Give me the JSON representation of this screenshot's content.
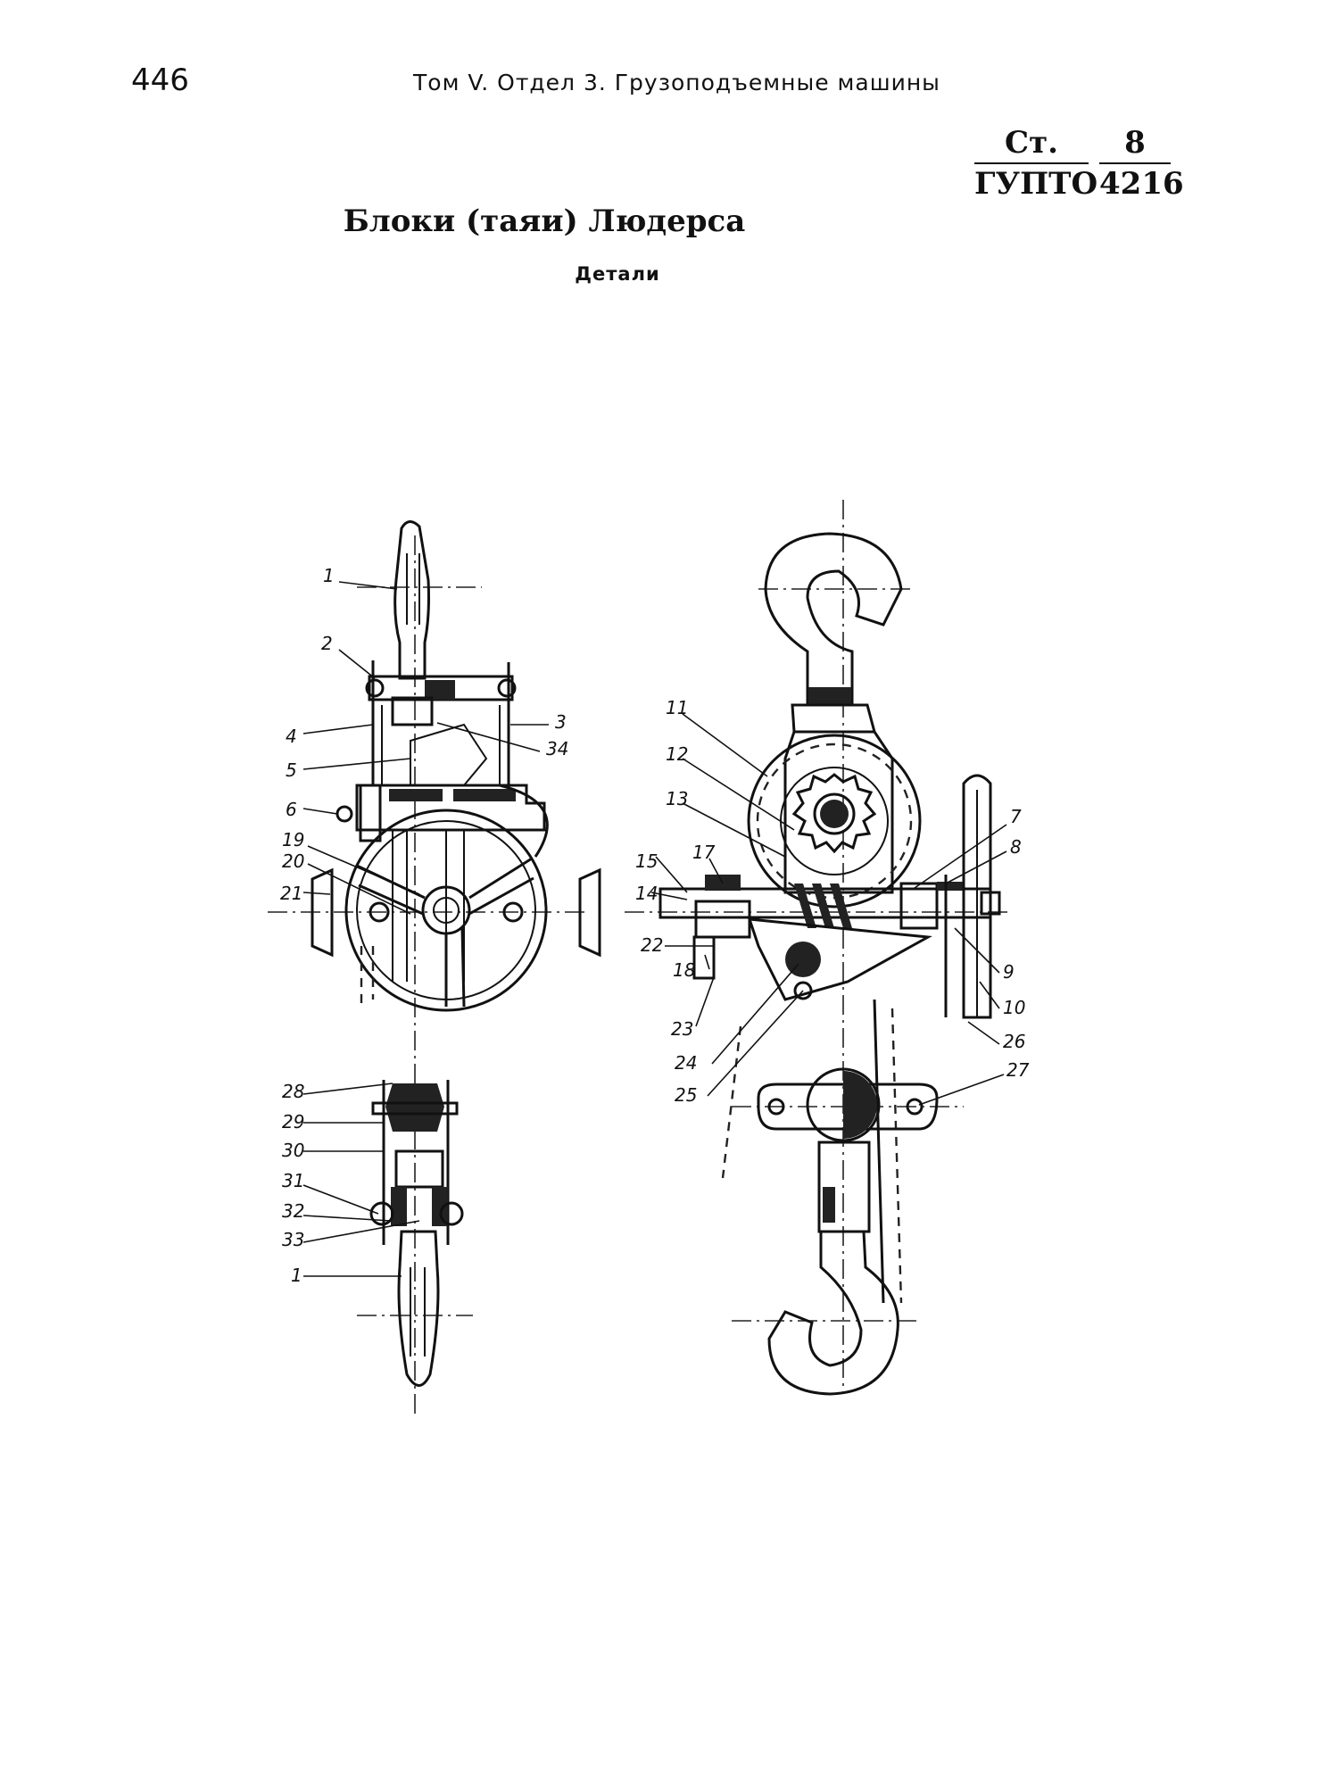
{
  "header": {
    "page_number": "446",
    "running_title": "Том V. Отдел 3. Грузоподъемные машины"
  },
  "standard_ref": {
    "top_left": "Ст.",
    "bottom_left": "ГУПТО",
    "top_right": "8",
    "bottom_right": "4216"
  },
  "title": "Блоки (таяи) Людерса",
  "subtitle": "Детали",
  "drawing": {
    "part_labels": [
      "1",
      "2",
      "3",
      "4",
      "5",
      "6",
      "7",
      "8",
      "9",
      "10",
      "11",
      "12",
      "13",
      "14",
      "15",
      "17",
      "18",
      "19",
      "20",
      "21",
      "22",
      "23",
      "24",
      "25",
      "26",
      "27",
      "28",
      "29",
      "30",
      "31",
      "32",
      "33",
      "34",
      "1"
    ]
  }
}
